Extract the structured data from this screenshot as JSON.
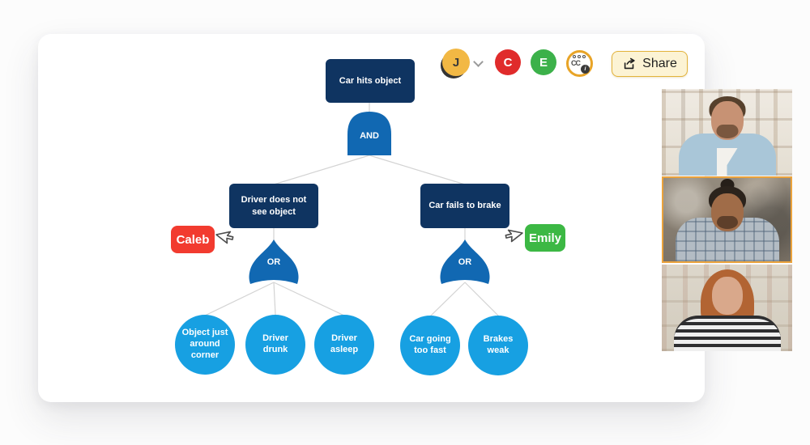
{
  "toolbar": {
    "avatars": [
      {
        "initial": "J",
        "color": "#F2B844"
      },
      {
        "initial": "C",
        "color": "#E02B2B"
      },
      {
        "initial": "E",
        "color": "#3CB14A"
      }
    ],
    "captions_icon": {
      "cc_text": "CC",
      "ring_color": "#E8A427"
    },
    "share": {
      "label": "Share",
      "bg": "#FCF3D4",
      "border": "#E2B33C"
    }
  },
  "diagram": {
    "root": "Car hits object",
    "gates": {
      "and": "AND",
      "or_left": "OR",
      "or_right": "OR"
    },
    "branches": {
      "left": "Driver does not see object",
      "right": "Car fails to brake"
    },
    "leaves": [
      "Object just around corner",
      "Driver drunk",
      "Driver asleep",
      "Car going too fast",
      "Brakes weak"
    ],
    "colors": {
      "node_navy": "#0F3461",
      "gate_blue": "#1168B2",
      "leaf_blue": "#17A0E2",
      "connector": "#D3D3D3"
    }
  },
  "cursors": [
    {
      "name": "Caleb",
      "color": "#F23B2F"
    },
    {
      "name": "Emily",
      "color": "#3CB844"
    }
  ],
  "video_call": {
    "participants": [
      {
        "id": "participant-1",
        "active": false
      },
      {
        "id": "participant-2",
        "active": true
      },
      {
        "id": "participant-3",
        "active": false
      }
    ],
    "active_border": "#EBA33C"
  }
}
